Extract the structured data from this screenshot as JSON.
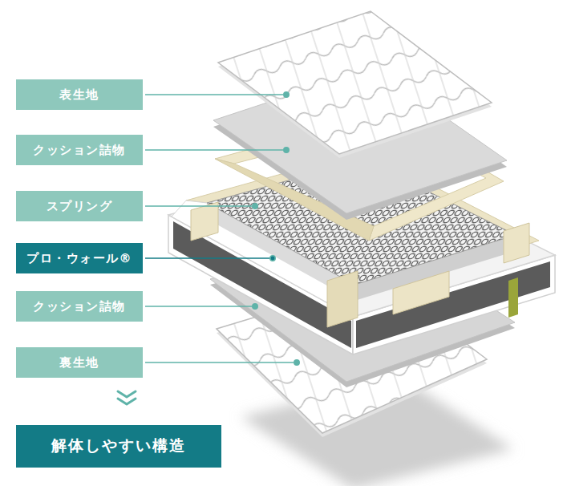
{
  "diagram": {
    "nodes": [
      {
        "text": [
          "表生地"
        ]
      },
      {
        "text": [
          "クッション詰物"
        ]
      },
      {
        "text": [
          "スプリング"
        ]
      },
      {
        "text": [
          "プロ・ウォール®"
        ]
      },
      {
        "text": [
          "クッション詰物"
        ]
      },
      {
        "text": [
          "裏生地"
        ]
      },
      {
        "text": [
          "解体しやすい構造"
        ]
      }
    ]
  }
}
